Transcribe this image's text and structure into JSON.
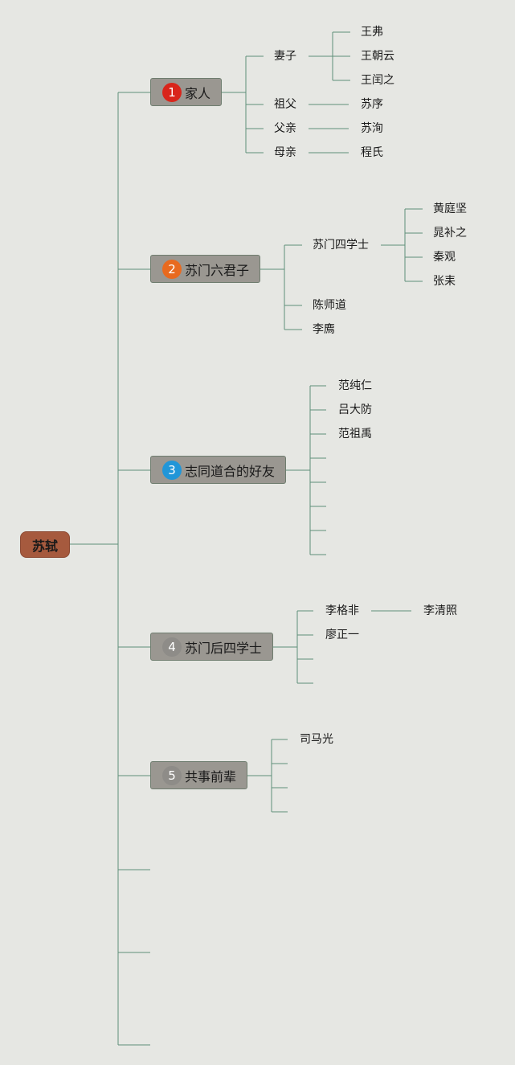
{
  "root": {
    "label": "苏轼"
  },
  "branches": [
    {
      "num": "1",
      "label": "家人",
      "color": "#d9251b"
    },
    {
      "num": "2",
      "label": "苏门六君子",
      "color": "#e86a1f"
    },
    {
      "num": "3",
      "label": "志同道合的好友",
      "color": "#2196d8"
    },
    {
      "num": "4",
      "label": "苏门后四学士",
      "color": "#8e8c88"
    },
    {
      "num": "5",
      "label": "共事前辈",
      "color": "#8e8c88"
    }
  ],
  "family": {
    "wife": "妻子",
    "wife_names": [
      "王弗",
      "王朝云",
      "王闰之"
    ],
    "grandfather": "祖父",
    "grandfather_name": "苏序",
    "father": "父亲",
    "father_name": "苏洵",
    "mother": "母亲",
    "mother_name": "程氏"
  },
  "six": {
    "four_scholars": "苏门四学士",
    "four_names": [
      "黄庭坚",
      "晁补之",
      "秦观",
      "张耒"
    ],
    "others": [
      "陈师道",
      "李廌"
    ]
  },
  "friends": [
    "范纯仁",
    "吕大防",
    "范祖禹"
  ],
  "later": {
    "first": "李格非",
    "first_child": "李清照",
    "second": "廖正一"
  },
  "seniors": [
    "司马光"
  ],
  "colors": {
    "line": "#5f8f7a",
    "root": "#a65a3e",
    "node": "#9a9791"
  }
}
